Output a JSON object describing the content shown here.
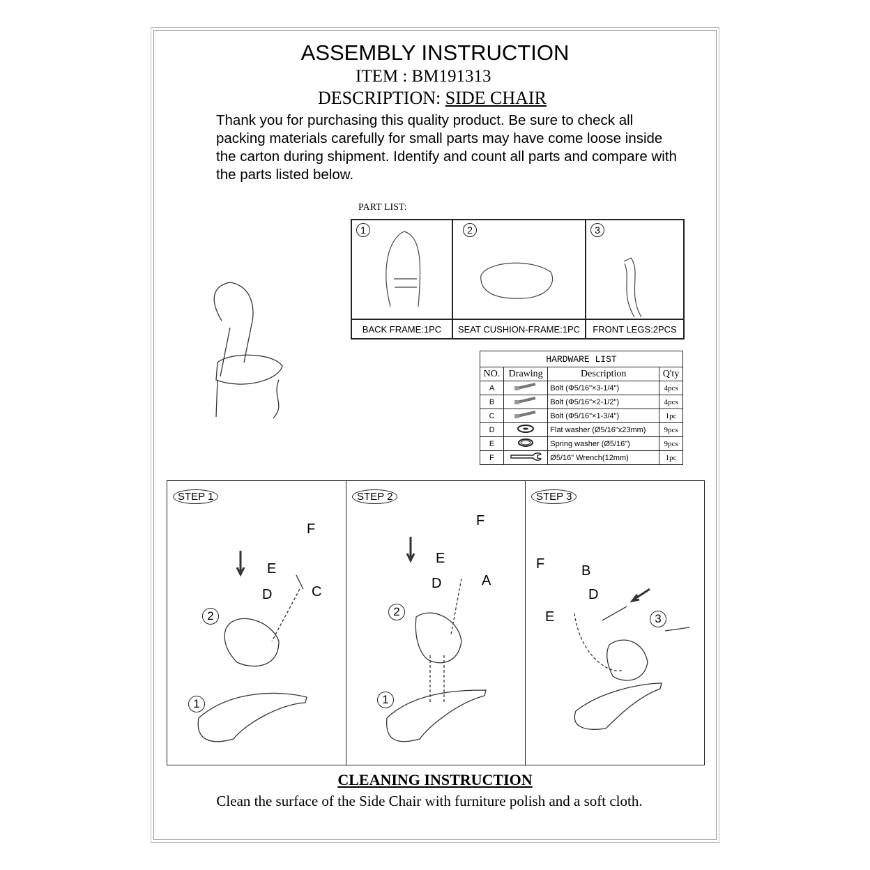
{
  "header": {
    "title": "ASSEMBLY INSTRUCTION",
    "item": "ITEM : BM191313",
    "description_label": "DESCRIPTION:",
    "description_value": "SIDE CHAIR"
  },
  "intro": "Thank you for purchasing this quality product. Be sure to check all packing materials carefully for small parts may have come loose inside the carton during shipment. Identify and count all parts and compare with the parts listed below.",
  "part_list": {
    "label": "PART LIST:",
    "parts": [
      {
        "num": "1",
        "caption": "BACK FRAME:1PC"
      },
      {
        "num": "2",
        "caption": "SEAT CUSHION-FRAME:1PC"
      },
      {
        "num": "3",
        "caption": "FRONT LEGS:2PCS"
      }
    ]
  },
  "hardware": {
    "title": "HARDWARE LIST",
    "headers": [
      "NO.",
      "Drawing",
      "Description",
      "Q'ty"
    ],
    "rows": [
      {
        "no": "A",
        "icon": "bolt-icon",
        "desc": "Bolt (Φ5/16\"×3-1/4\")",
        "qty": "4pcs"
      },
      {
        "no": "B",
        "icon": "bolt-icon",
        "desc": "Bolt (Φ5/16\"×2-1/2\")",
        "qty": "4pcs"
      },
      {
        "no": "C",
        "icon": "bolt-icon",
        "desc": "Bolt (Φ5/16\"×1-3/4\")",
        "qty": "1pc"
      },
      {
        "no": "D",
        "icon": "flat-washer-icon",
        "desc": "Flat washer (Ø5/16\"x23mm)",
        "qty": "9pcs"
      },
      {
        "no": "E",
        "icon": "spring-washer-icon",
        "desc": "Spring washer (Ø5/16\")",
        "qty": "9pcs"
      },
      {
        "no": "F",
        "icon": "wrench-icon",
        "desc": "Ø5/16\" Wrench(12mm)",
        "qty": "1pc"
      }
    ]
  },
  "steps": [
    {
      "label": "STEP 1",
      "callouts": [
        "F",
        "E",
        "C",
        "D"
      ],
      "parts": [
        "2",
        "1"
      ]
    },
    {
      "label": "STEP 2",
      "callouts": [
        "F",
        "E",
        "A",
        "D"
      ],
      "parts": [
        "2",
        "1"
      ]
    },
    {
      "label": "STEP 3",
      "callouts": [
        "F",
        "B",
        "D",
        "E"
      ],
      "parts": [
        "3"
      ]
    }
  ],
  "cleaning": {
    "title": "CLEANING INSTRUCTION",
    "text": "Clean the surface of the Side Chair with furniture polish and a soft cloth."
  }
}
